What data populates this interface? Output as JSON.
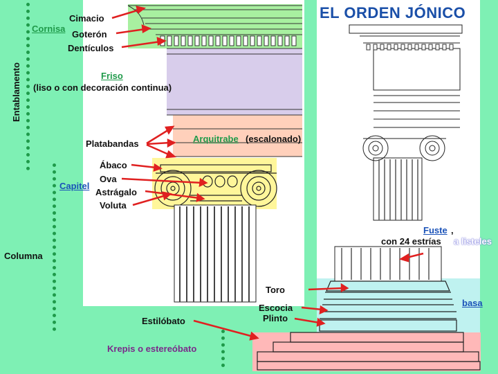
{
  "title": "EL ORDEN JÓNICO",
  "labels": {
    "cimacio": "Cimacio",
    "cornisa": "Cornisa",
    "goteron": "Goterón",
    "denticulos": "Dentículos",
    "friso": "Friso",
    "friso_note": "(liso o con decoración continua)",
    "platabandas": "Platabandas",
    "arquitrabe": "Arquitrabe",
    "arquitrabe_note": "(escalonado)",
    "abaco": "Ábaco",
    "capitel": "Capitel",
    "ova": "Ova",
    "astragalo": "Astrágalo",
    "voluta": "Voluta",
    "fuste": "Fuste",
    "fuste_comma": ",",
    "estrias": "con 24 estrías",
    "listeles": "a listeles",
    "toro": "Toro",
    "escocia": "Escocia",
    "plinto": "Plinto",
    "basa": "basa",
    "estilobato": "Estilóbato",
    "krepis": "Krepis o estereóbato",
    "entablamento": "Entablamento",
    "columna": "Columna"
  },
  "colors": {
    "background": "#7ef0b4",
    "cornice": "#a8f0a0",
    "frieze": "#d8cdeb",
    "architrave": "#ffd0bb",
    "capital": "#fff69a",
    "base": "#bff2f0",
    "krepis": "#ffb8b8",
    "arrow": "#e02020",
    "title": "#1a4fa8"
  }
}
